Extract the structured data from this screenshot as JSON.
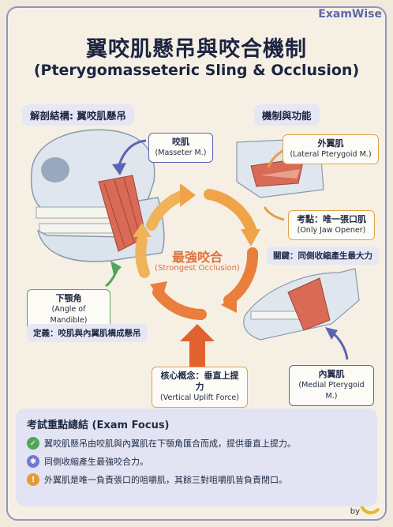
{
  "brand": "ExamWise",
  "title": "翼咬肌懸吊與咬合機制",
  "subtitle": "(Pterygomasseteric Sling & Occlusion)",
  "left_section": "解剖結構: 翼咬肌懸吊",
  "right_section": "機制與功能",
  "labels": {
    "masseter_zh": "咬肌",
    "masseter_en": "(Masseter M.)",
    "lateral_zh": "外翼肌",
    "lateral_en": "(Lateral Pterygoid M.)",
    "exam_point_zh": "考點：唯一張口肌",
    "exam_point_en": "(Only Jaw Opener)",
    "key_note": "關鍵：同側收縮產生最大力",
    "angle_zh": "下顎角",
    "angle_en": "(Angle of Mandible)",
    "definition": "定義：咬肌與內翼肌構成懸吊",
    "core_zh": "核心概念：垂直上提力",
    "core_en": "(Vertical Uplift Force)",
    "medial_zh": "內翼肌",
    "medial_en": "(Medial Pterygoid M.)"
  },
  "center": {
    "zh": "最強咬合",
    "en": "(Strongest Occlusion)"
  },
  "summary": {
    "title": "考試重點總結 (Exam Focus)",
    "items": [
      {
        "icon": "check-icon",
        "text": "翼咬肌懸吊由咬肌與內翼肌在下顎角匯合而成，提供垂直上提力。"
      },
      {
        "icon": "asterisk-icon",
        "text": "同側收縮產生最強咬合力。"
      },
      {
        "icon": "exclamation-icon",
        "text": "外翼肌是唯一負責張口的咀嚼肌，其餘三對咀嚼肌皆負責閉口。"
      }
    ]
  },
  "byline": "by",
  "colors": {
    "accent_blue": "#5a63b4",
    "accent_orange": "#e0703a",
    "accent_green": "#52a55a"
  }
}
